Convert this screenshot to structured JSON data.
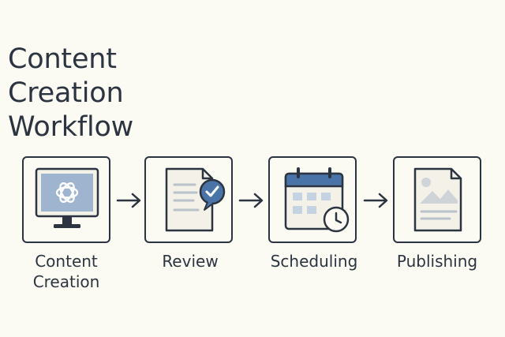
{
  "title": {
    "line1": "Content",
    "line2": "Creation",
    "line3": "Workflow"
  },
  "steps": [
    {
      "label_line1": "Content",
      "label_line2": "Creation",
      "icon": "monitor-icon"
    },
    {
      "label_line1": "Review",
      "label_line2": "",
      "icon": "document-check-icon"
    },
    {
      "label_line1": "Scheduling",
      "label_line2": "",
      "icon": "calendar-clock-icon"
    },
    {
      "label_line1": "Publishing",
      "label_line2": "",
      "icon": "image-document-icon"
    }
  ],
  "colors": {
    "background": "#fbfaf3",
    "outline": "#2b3440",
    "accent_blue": "#4a74a8",
    "light_blue": "#c5d2e2",
    "light_gray": "#cfd4d9"
  }
}
